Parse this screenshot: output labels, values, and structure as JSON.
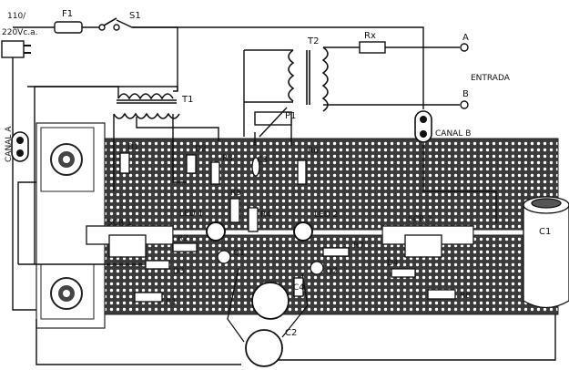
{
  "labels": {
    "mains_voltage_1": "110/",
    "mains_voltage_2": "220Vc.a.",
    "fuse": "F1",
    "switch": "S1",
    "transformer1": "T1",
    "transformer2": "T2",
    "rx": "Rx",
    "terminal_a": "A",
    "terminal_b": "B",
    "entrada": "ENTRADA",
    "pot": "P1",
    "canal_a": "CANAL A",
    "canal_b": "CANAL B",
    "d1": "D1",
    "d2": "D2",
    "d3": "D3",
    "d4": "D4",
    "r1": "R1",
    "r2": "R2",
    "r3": "R3",
    "r4": "R4",
    "r5": "R5",
    "r6": "R6",
    "r7": "R7",
    "r8": "R8",
    "c1": "C1",
    "c2": "C2",
    "c3": "C3",
    "c4": "C4",
    "led1": "LED 1",
    "led2": "LED 2",
    "scr1": "SCR 1",
    "scr2": "SCR 2",
    "q1": "Q1",
    "q2": "Q2"
  }
}
